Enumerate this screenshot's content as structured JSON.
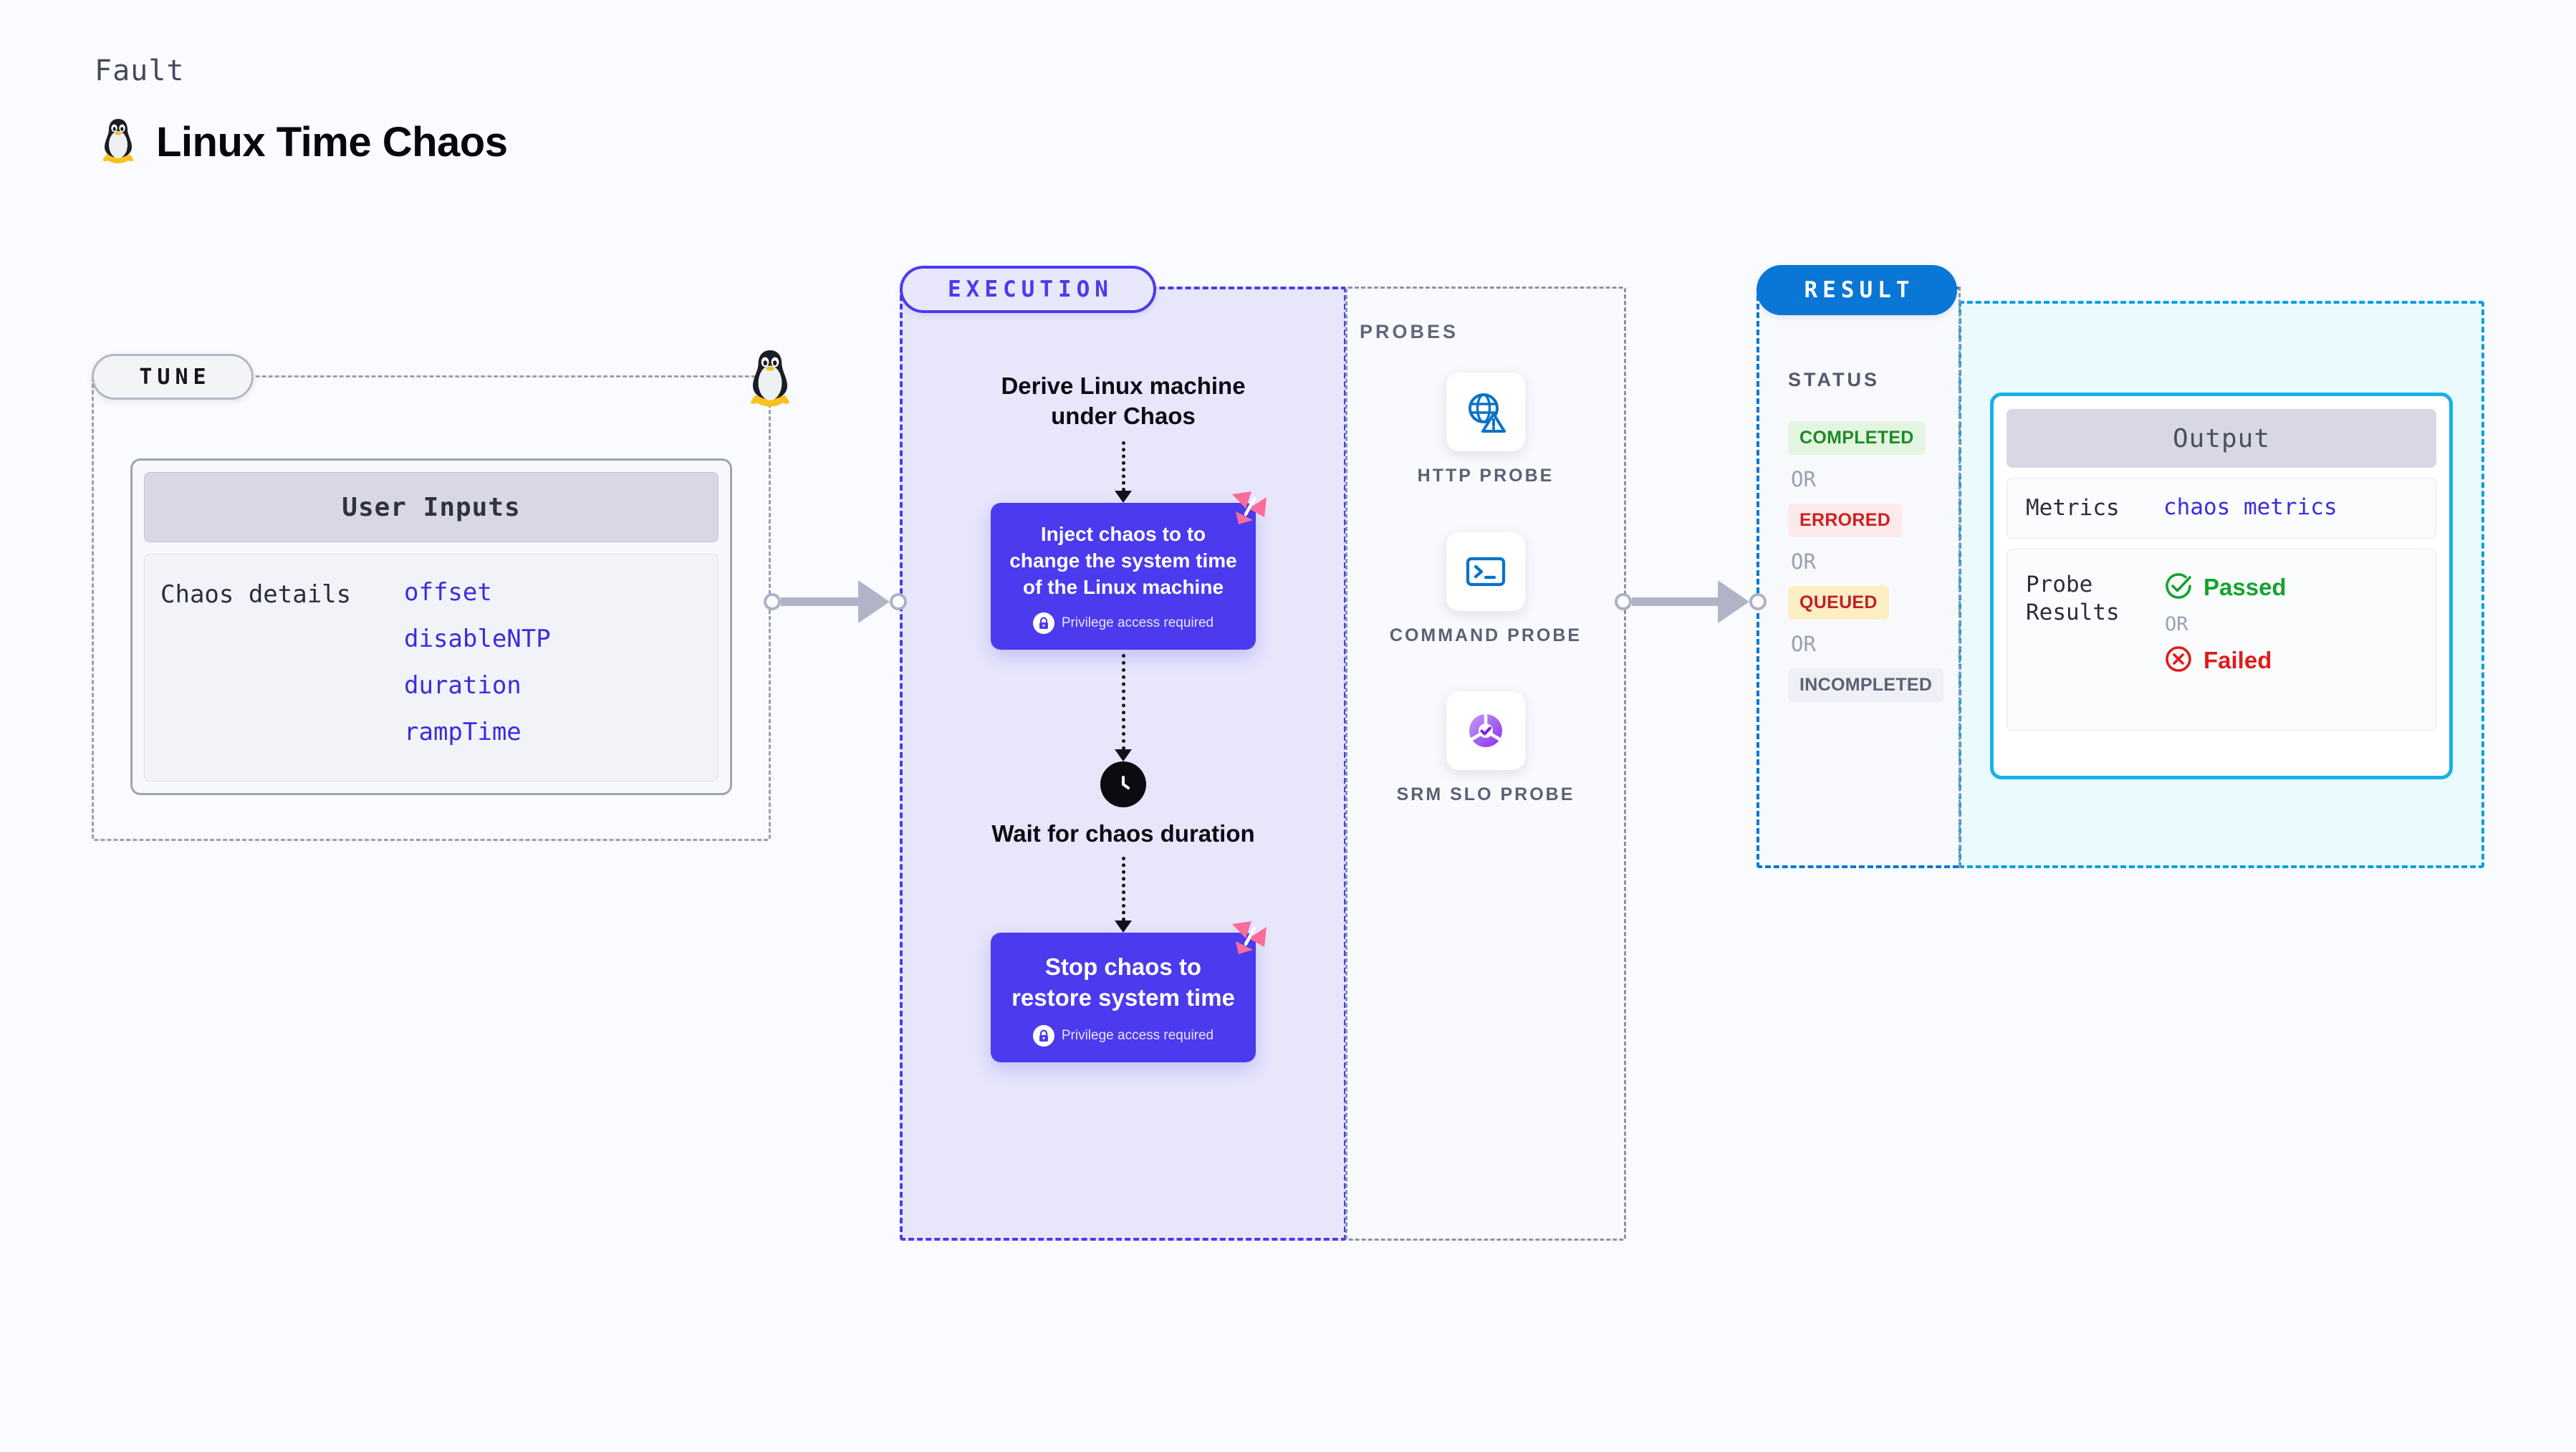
{
  "header": {
    "eyebrow": "Fault",
    "title": "Linux Time Chaos",
    "icon": "linux-tux-icon"
  },
  "tune": {
    "pill_label": "TUNE",
    "card": {
      "header": "User Inputs",
      "row_label": "Chaos details",
      "params": [
        "offset",
        "disableNTP",
        "duration",
        "rampTime"
      ]
    },
    "node_icon": "linux-tux-icon"
  },
  "execution": {
    "pill_label": "EXECUTION",
    "steps": {
      "derive_label": "Derive Linux machine under Chaos",
      "inject_card": {
        "title": "Inject chaos to to change the system time of the Linux machine",
        "privilege_note": "Privilege access required",
        "badge_icon": "harness-logo-icon",
        "lock_icon": "lock-icon"
      },
      "wait_label": "Wait for chaos duration",
      "wait_icon": "clock-icon",
      "stop_card": {
        "title": "Stop chaos to restore system time",
        "privilege_note": "Privilege access required",
        "badge_icon": "harness-logo-icon",
        "lock_icon": "lock-icon"
      }
    }
  },
  "probes": {
    "title": "PROBES",
    "items": [
      {
        "name": "HTTP PROBE",
        "icon": "globe-warning-icon"
      },
      {
        "name": "COMMAND PROBE",
        "icon": "terminal-prompt-icon"
      },
      {
        "name": "SRM SLO PROBE",
        "icon": "slo-donut-check-icon"
      }
    ]
  },
  "result": {
    "pill_label": "RESULT",
    "status": {
      "title": "STATUS",
      "or_label": "OR",
      "badges": [
        {
          "label": "COMPLETED",
          "bg": "#e3f5e0",
          "fg": "#1d8a26"
        },
        {
          "label": "ERRORED",
          "bg": "#fdeaea",
          "fg": "#cf1f1f"
        },
        {
          "label": "QUEUED",
          "bg": "#fdeec4",
          "fg": "#c0202a"
        },
        {
          "label": "INCOMPLETED",
          "bg": "#eef0f5",
          "fg": "#5c6074"
        }
      ]
    },
    "output": {
      "header": "Output",
      "metrics_key": "Metrics",
      "metrics_value": "chaos metrics",
      "probe_results_key": "Probe Results",
      "passed_label": "Passed",
      "failed_label": "Failed",
      "or_label": "OR",
      "passed_icon": "check-circle-icon",
      "failed_icon": "x-circle-icon"
    }
  },
  "colors": {
    "background": "#fafbfe",
    "execution_purple": "#4b3aee",
    "result_blue": "#0a76d6",
    "output_cyan": "#18b0e8",
    "harness_pink": "#fa6c9a",
    "connector_gray": "#b0b4c6"
  }
}
